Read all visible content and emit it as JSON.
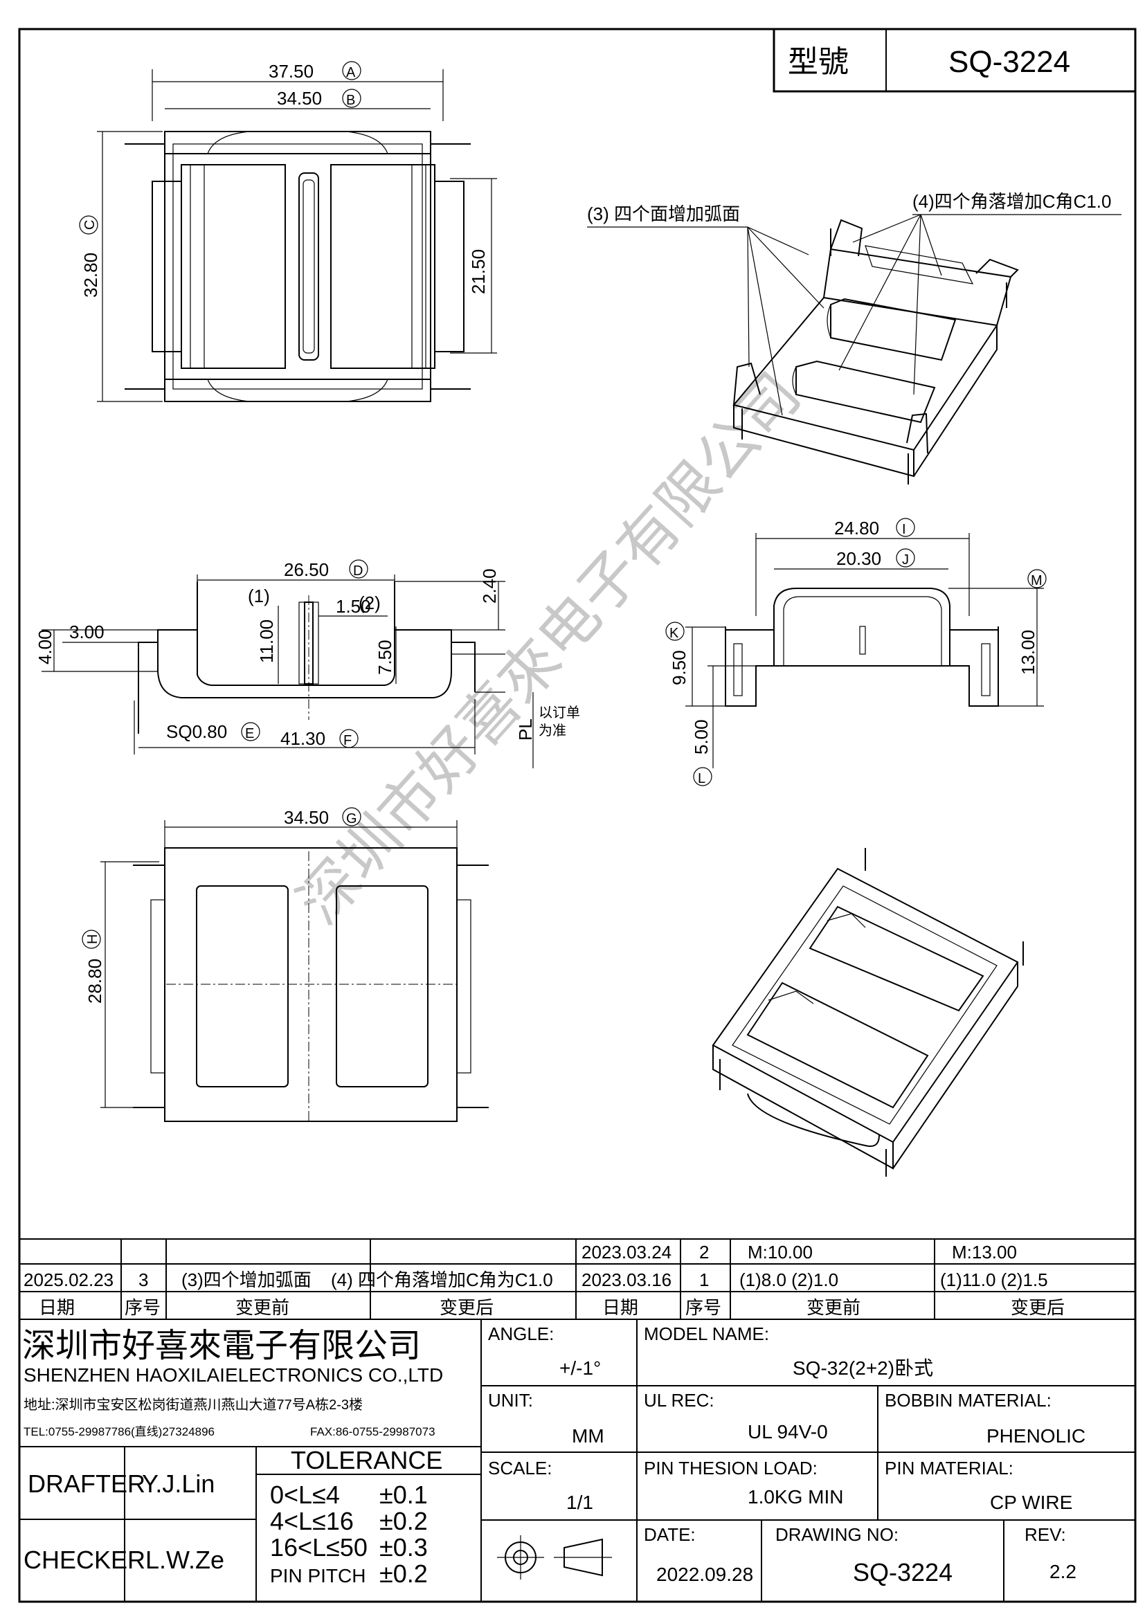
{
  "title_block": {
    "model_label": "型號",
    "model_value": "SQ-3224"
  },
  "watermark": "深圳市好喜來电子有限公司",
  "views": {
    "top": {
      "width_a": "37.50",
      "mark_a": "A",
      "width_b": "34.50",
      "mark_b": "B",
      "height_c": "32.80",
      "mark_c": "C",
      "height_inner": "21.50"
    },
    "front": {
      "d": "26.50",
      "mark_d": "D",
      "h1": "2.40",
      "p1": "(1)",
      "p2": "(2)",
      "w1": "1.50",
      "h2": "11.00",
      "h3": "7.50",
      "h4": "4.00",
      "w3": "3.00",
      "sq": "SQ0.80",
      "mark_e": "E",
      "f": "41.30",
      "mark_f": "F",
      "pl": "PL",
      "pl_note1": "以订单",
      "pl_note2": "为准"
    },
    "side": {
      "i": "24.80",
      "mark_i": "I",
      "j": "20.30",
      "mark_j": "J",
      "mark_m": "M",
      "k": "9.50",
      "mark_k": "K",
      "h13": "13.00",
      "l": "5.00",
      "mark_l": "L"
    },
    "bottom": {
      "g": "34.50",
      "mark_g": "G",
      "h": "28.80",
      "mark_h": "H"
    },
    "iso_notes": {
      "note3": "(3) 四个面增加弧面",
      "note4": "(4)四个角落增加C角C1.0"
    }
  },
  "revision_table": {
    "headers": [
      "日期",
      "序号",
      "变更前",
      "变更后",
      "日期",
      "序号",
      "变更前",
      "变更后"
    ],
    "row1": [
      "",
      "",
      "",
      "",
      "2023.03.24",
      "2",
      "M:10.00",
      "M:13.00"
    ],
    "row2": [
      "2025.02.23",
      "3",
      "(3)四个增加弧面",
      "(4) 四个角落增加C角为C1.0",
      "2023.03.16",
      "1",
      "(1)8.0 (2)1.0",
      "(1)11.0 (2)1.5"
    ]
  },
  "company": {
    "name_cn": "深圳市好喜來電子有限公司",
    "name_en": "SHENZHEN HAOXILAIELECTRONICS CO.,LTD",
    "address": "地址:深圳市宝安区松岗街道燕川燕山大道77号A栋2-3楼",
    "tel": "TEL:0755-29987786(直线)27324896",
    "fax": "FAX:86-0755-29987073"
  },
  "info": {
    "angle_label": "ANGLE:",
    "angle_value": "+/-1°",
    "model_name_label": "MODEL NAME:",
    "model_name_value": "SQ-32(2+2)卧式",
    "unit_label": "UNIT:",
    "unit_value": "MM",
    "ul_rec_label": "UL REC:",
    "ul_rec_value": "UL 94V-0",
    "bobbin_material_label": "BOBBIN MATERIAL:",
    "bobbin_material_value": "PHENOLIC",
    "scale_label": "SCALE:",
    "scale_value": "1/1",
    "pin_tension_label": "PIN THESION LOAD:",
    "pin_tension_value": "1.0KG MIN",
    "pin_material_label": "PIN MATERIAL:",
    "pin_material_value": "CP  WIRE",
    "date_label": "DATE:",
    "date_value": "2022.09.28",
    "drawing_no_label": "DRAWING NO:",
    "drawing_no_value": "SQ-3224",
    "rev_label": "REV:",
    "rev_value": "2.2",
    "drafter_label": "DRAFTER",
    "drafter_value": "Y.J.Lin",
    "checker_label": "CHECKER",
    "checker_value": "L.W.Ze"
  },
  "tolerance": {
    "title": "TOLERANCE",
    "rows": [
      [
        "0<L≤4",
        "±0.1"
      ],
      [
        "4<L≤16",
        "±0.2"
      ],
      [
        "16<L≤50",
        "±0.3"
      ],
      [
        "PIN PITCH",
        "±0.2"
      ]
    ]
  }
}
